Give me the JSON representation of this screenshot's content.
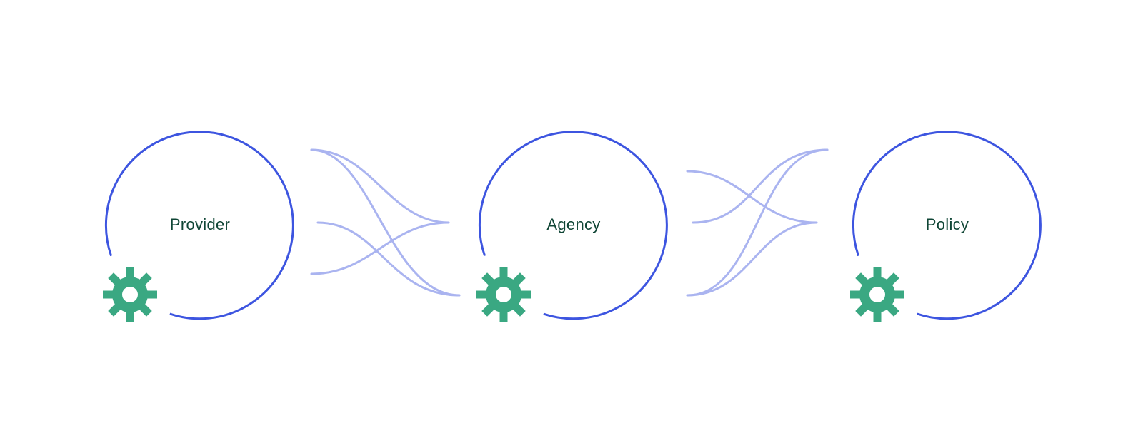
{
  "nodes": [
    {
      "id": "provider",
      "label": "Provider",
      "icon": "gear-icon"
    },
    {
      "id": "agency",
      "label": "Agency",
      "icon": "gear-icon"
    },
    {
      "id": "policy",
      "label": "Policy",
      "icon": "gear-icon"
    }
  ],
  "colors": {
    "ring": "#3d55e0",
    "link": "#aab4f0",
    "label": "#0f4535",
    "gear": "#3aa882",
    "gear_hole": "#ffffff"
  }
}
